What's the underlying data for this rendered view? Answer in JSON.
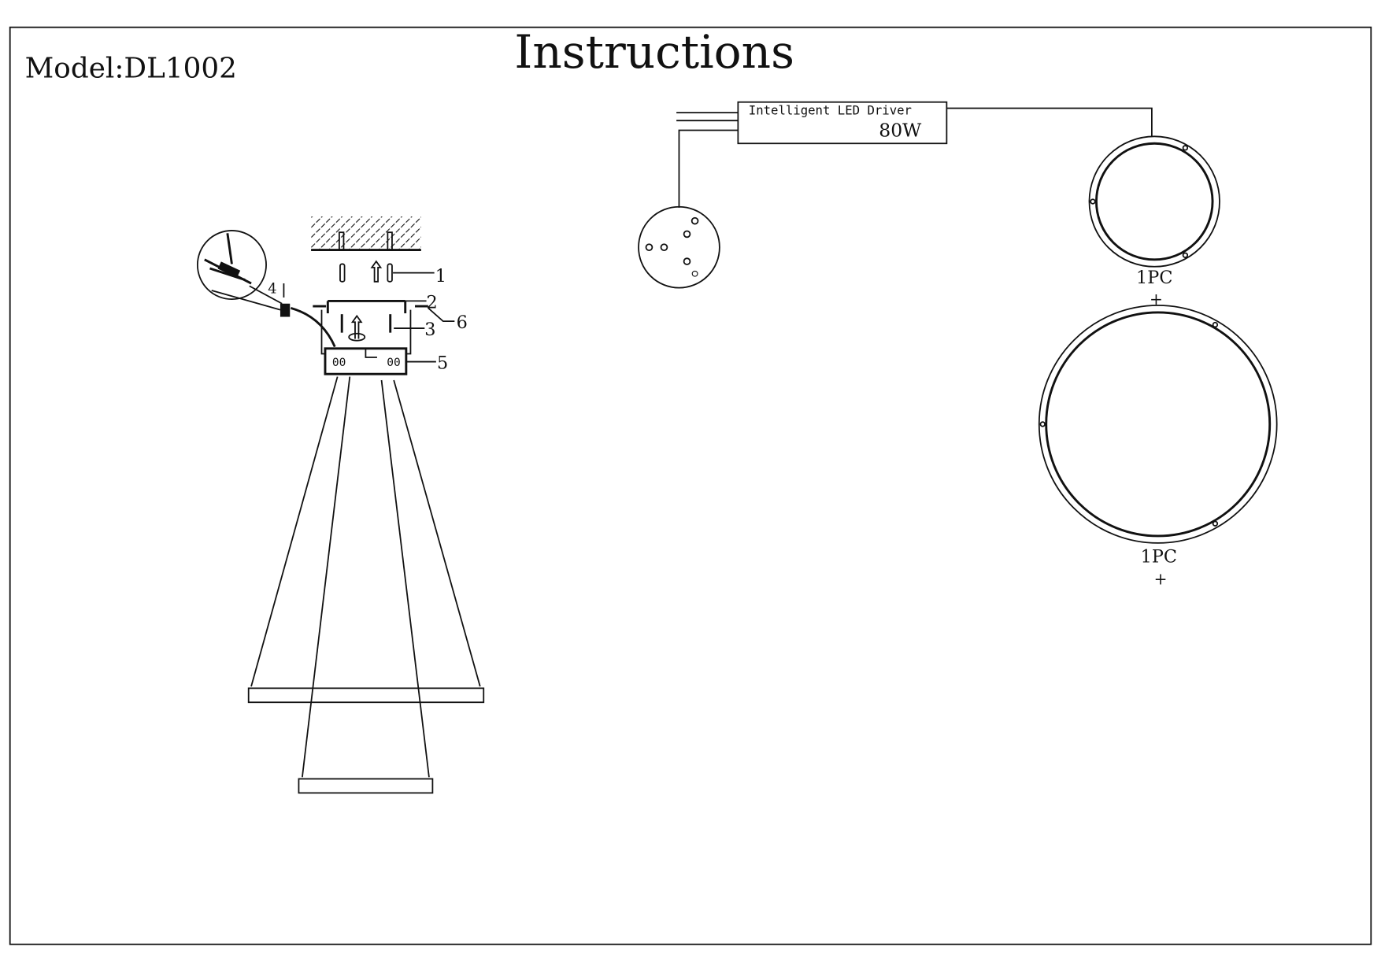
{
  "header": {
    "model": "Model:DL1002",
    "title": "Instructions"
  },
  "parts": {
    "p1": "1",
    "p2": "2",
    "p3": "3",
    "p4": "4",
    "p5": "5",
    "p6": "6"
  },
  "driver": {
    "label": "Intelligent LED Driver",
    "power": "80W"
  },
  "rings": [
    {
      "qty": "1PC",
      "plus": "+"
    },
    {
      "qty": "1PC",
      "plus": "+"
    }
  ]
}
